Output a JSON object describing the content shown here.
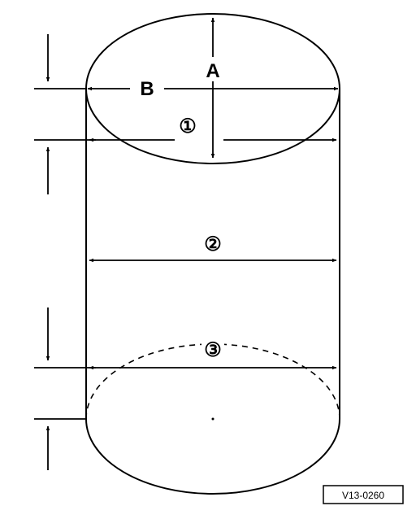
{
  "labels": {
    "a": "A",
    "b": "B",
    "section_1": "①",
    "section_2": "②",
    "section_3": "③"
  },
  "reference_code": "V13-0260",
  "colors": {
    "ink": "#000000",
    "background": "#ffffff"
  }
}
